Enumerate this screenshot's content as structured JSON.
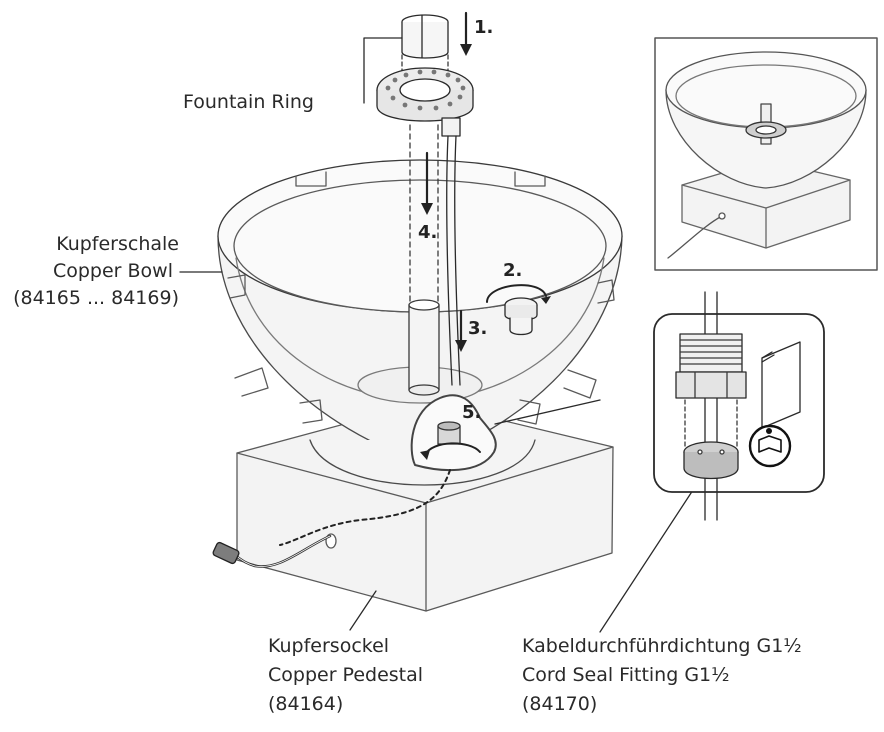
{
  "labels": {
    "fountain_ring": "Fountain Ring",
    "bowl_de": "Kupferschale",
    "bowl_en": "Copper Bowl",
    "bowl_art": "(84165 ... 84169)",
    "pedestal_de": "Kupfersockel",
    "pedestal_en": "Copper Pedestal",
    "pedestal_art": "(84164)",
    "seal_de": "Kabeldurchführdichtung G1½",
    "seal_en": "Cord Seal Fitting G1½",
    "seal_art": "(84170)"
  },
  "steps": [
    "1.",
    "2.",
    "3.",
    "4.",
    "5."
  ]
}
